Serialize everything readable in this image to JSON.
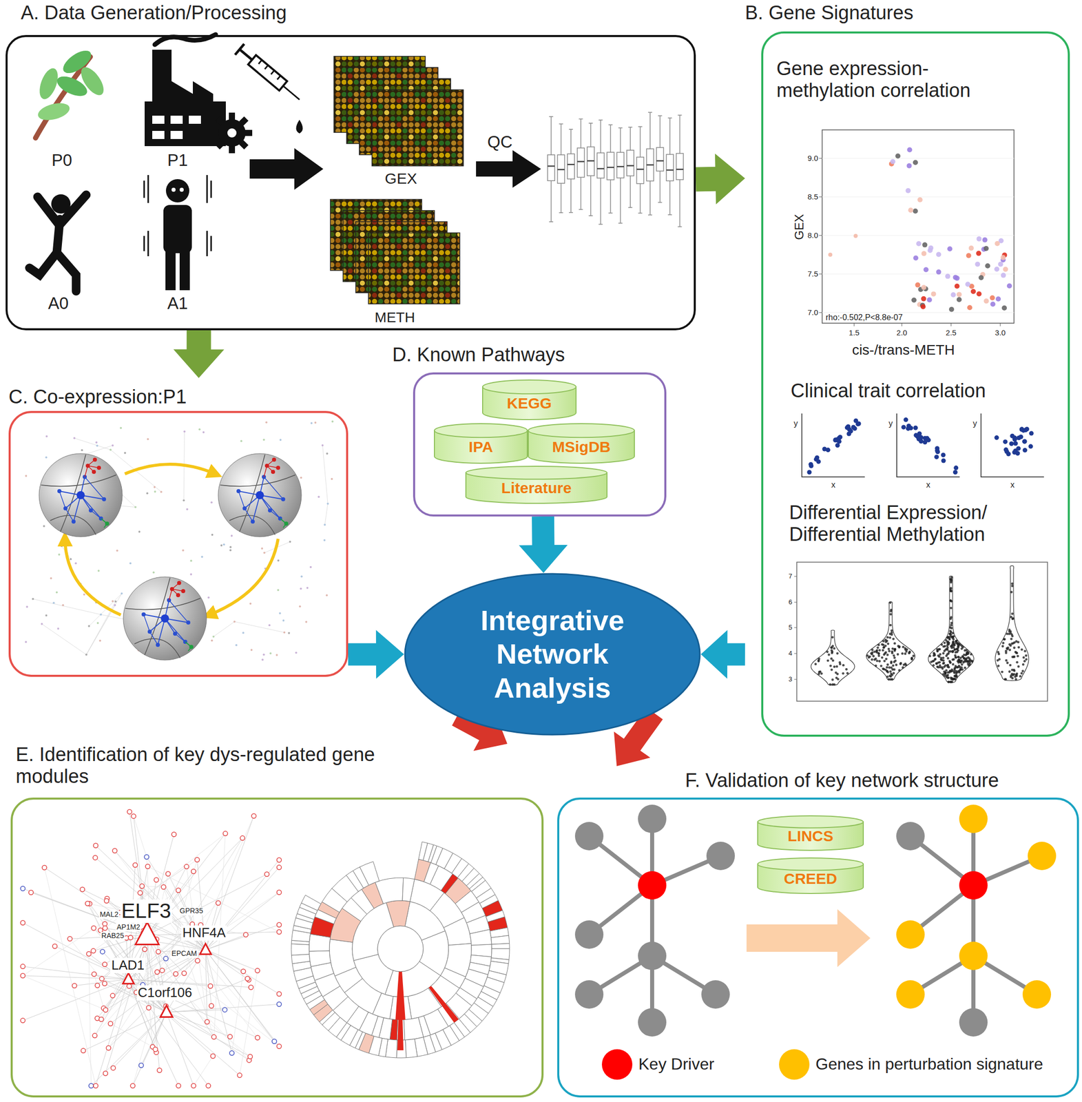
{
  "diagram": {
    "nodes": [
      {
        "text": [
          "A. Data Generation/Processing"
        ]
      },
      {
        "text": [
          "B. Gene Signatures",
          "Gene expression- methylation correlation",
          "Clinical trait correlation",
          "Differential Expression/ Differential Methylation"
        ]
      },
      {
        "text": [
          "C. Co-expression:P1"
        ]
      },
      {
        "text": [
          "D. Known Pathways"
        ]
      },
      {
        "text": [
          "KEGG"
        ],
        "in": 3
      },
      {
        "text": [
          "IPA"
        ],
        "in": 3
      },
      {
        "text": [
          "MSigDB"
        ],
        "in": 3
      },
      {
        "text": [
          "Literature"
        ],
        "in": 3
      },
      {
        "text": [
          "Integrative Network Analysis"
        ]
      },
      {
        "text": [
          "E. Identification of key dys-regulated gene modules"
        ]
      },
      {
        "text": [
          "F. Validation of key network structure"
        ]
      },
      {
        "text": [
          "LINCS"
        ],
        "in": 10
      },
      {
        "text": [
          "CREED"
        ],
        "in": 10
      }
    ],
    "edges": [
      {
        "from": 0,
        "to": 1,
        "arrow": "to"
      },
      {
        "from": 0,
        "to": 2,
        "arrow": "to"
      },
      {
        "from": 3,
        "to": 8,
        "arrow": "to"
      },
      {
        "from": 2,
        "to": 8,
        "arrow": "to"
      },
      {
        "from": 1,
        "to": 8,
        "arrow": "to"
      },
      {
        "from": 8,
        "to": 9,
        "arrow": "to"
      },
      {
        "from": 8,
        "to": 10,
        "arrow": "to"
      }
    ],
    "labels": [
      "P0",
      "P1",
      "A0",
      "A1",
      "GEX",
      "METH",
      "QC",
      "GEX",
      "9.0",
      "8.5",
      "8.0",
      "7.5",
      "7.0",
      "1.5",
      "2.0",
      "2.5",
      "3.0",
      "cis-/trans-METH",
      "rho:-0.502,P<8.8e-07",
      "y",
      "x",
      "y",
      "x",
      "y",
      "x",
      "7",
      "6",
      "5",
      "4",
      "3",
      "ELF3",
      "HNF4A",
      "LAD1",
      "C1orf106",
      "GPR35",
      "EPCAM",
      "MAL2",
      "AP1M2",
      "RAB25"
    ],
    "legend": [
      {
        "text": "Key Driver",
        "color": "#ff0000"
      },
      {
        "text": "Genes in perturbation signature",
        "color": "#ffc000"
      }
    ]
  }
}
